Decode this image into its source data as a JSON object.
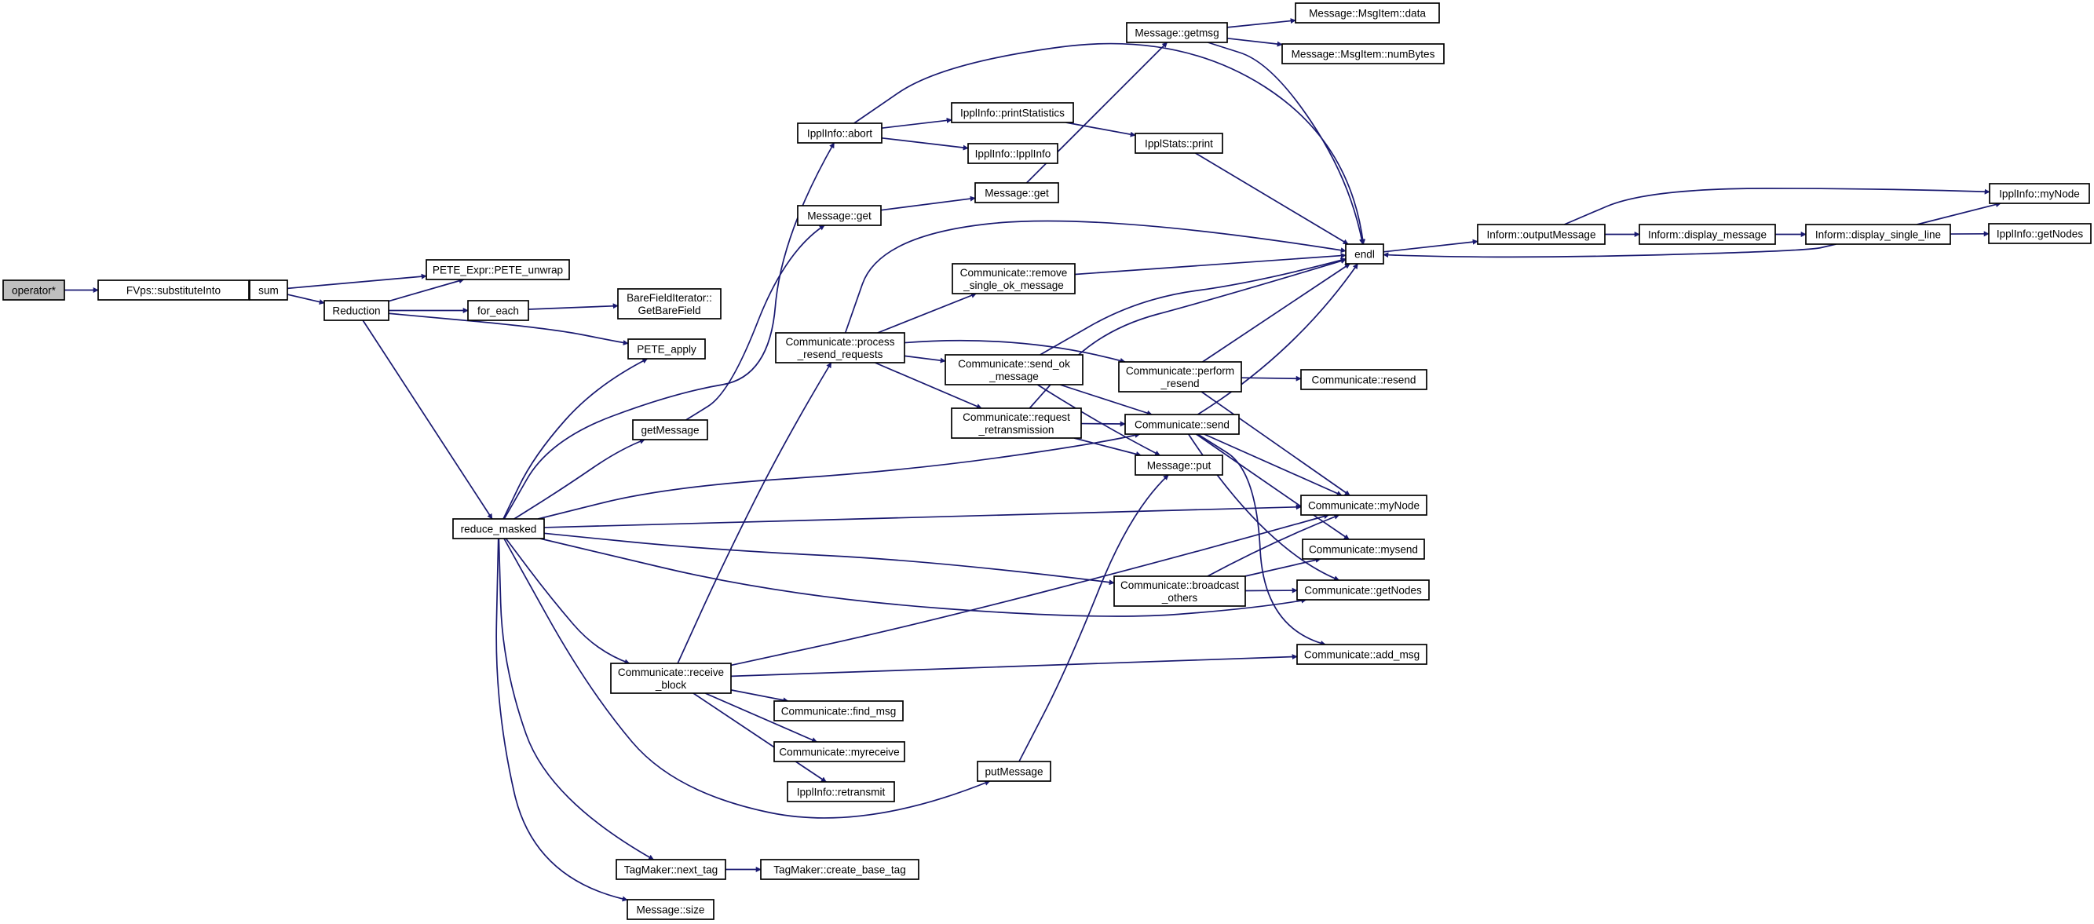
{
  "edge_color": "#191970",
  "root_fill": "#bfbfbf",
  "node_fill": "#ffffff",
  "nodes": {
    "operator_star": [
      "operator*"
    ],
    "fvps_subst": [
      "FVps::substituteInto"
    ],
    "sum": [
      "sum"
    ],
    "pete_unwrap": [
      "PETE_Expr::PETE_unwrap"
    ],
    "reduction": [
      "Reduction"
    ],
    "for_each": [
      "for_each"
    ],
    "bfi_getbarefield": [
      "BareFieldIterator::",
      "GetBareField"
    ],
    "pete_apply": [
      "PETE_apply"
    ],
    "reduce_masked": [
      "reduce_masked"
    ],
    "ippl_abort": [
      "IpplInfo::abort"
    ],
    "msg_get": [
      "Message::get"
    ],
    "getMessage": [
      "getMessage"
    ],
    "comm_process_resend": [
      "Communicate::process",
      "_resend_requests"
    ],
    "comm_receive_block": [
      "Communicate::receive",
      "_block"
    ],
    "tag_next": [
      "TagMaker::next_tag"
    ],
    "msg_size": [
      "Message::size"
    ],
    "ippl_printstats": [
      "IpplInfo::printStatistics"
    ],
    "ippl_ipplinfo": [
      "IpplInfo::IpplInfo"
    ],
    "message_get2": [
      "Message::get"
    ],
    "message_getmsg": [
      "Message::getmsg"
    ],
    "msgitem_data": [
      "Message::MsgItem::data"
    ],
    "msgitem_numbytes": [
      "Message::MsgItem::numBytes"
    ],
    "ipplstats_print": [
      "IpplStats::print"
    ],
    "comm_remove_single": [
      "Communicate::remove",
      "_single_ok_message"
    ],
    "comm_send_ok": [
      "Communicate::send_ok",
      "_message"
    ],
    "comm_request_retrans": [
      "Communicate::request",
      "_retransmission"
    ],
    "comm_perform_resend": [
      "Communicate::perform",
      "_resend"
    ],
    "comm_resend": [
      "Communicate::resend"
    ],
    "comm_send": [
      "Communicate::send"
    ],
    "message_put": [
      "Message::put"
    ],
    "comm_mynode": [
      "Communicate::myNode"
    ],
    "comm_mysend": [
      "Communicate::mysend"
    ],
    "comm_getnodes": [
      "Communicate::getNodes"
    ],
    "comm_broadcast": [
      "Communicate::broadcast",
      "_others"
    ],
    "comm_add_msg": [
      "Communicate::add_msg"
    ],
    "comm_find_msg": [
      "Communicate::find_msg"
    ],
    "comm_myreceive": [
      "Communicate::myreceive"
    ],
    "ippl_retransmit": [
      "IpplInfo::retransmit"
    ],
    "putMessage": [
      "putMessage"
    ],
    "tag_create_base": [
      "TagMaker::create_base_tag"
    ],
    "endl": [
      "endl"
    ],
    "inform_output": [
      "Inform::outputMessage"
    ],
    "inform_display_message": [
      "Inform::display_message"
    ],
    "inform_display_single": [
      "Inform::display_single_line"
    ],
    "ippl_mynode": [
      "IpplInfo::myNode"
    ],
    "ippl_getnodes": [
      "IpplInfo::getNodes"
    ]
  }
}
